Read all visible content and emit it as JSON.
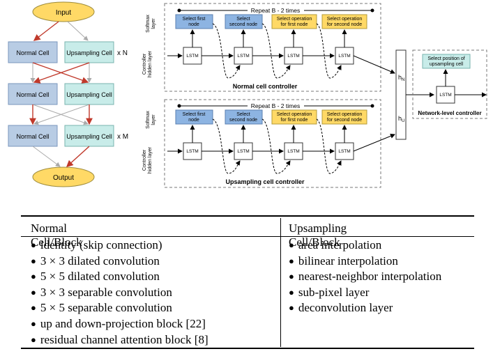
{
  "left_stack": {
    "input_label": "Input",
    "output_label": "Output",
    "rows": [
      {
        "normal": "Normal Cell",
        "upsample": "Upsampling Cell",
        "mult": "x N"
      },
      {
        "normal": "Normal Cell",
        "upsample": "Upsampling Cell",
        "mult": ""
      },
      {
        "normal": "Normal Cell",
        "upsample": "Upsampling Cell",
        "mult": "x M"
      }
    ]
  },
  "normal_controller": {
    "repeat_label": "Repeat B - 2 times",
    "title": "Normal cell controller",
    "softmax_label": "Softmax layer",
    "hidden_label": "Controller hidden layer",
    "ops": [
      "Select first node",
      "Select second node",
      "Select operation for first node",
      "Select operation for second node"
    ],
    "lstm_label": "LSTM"
  },
  "upsampling_controller": {
    "repeat_label": "Repeat B - 2 times",
    "title": "Upsampling cell controller",
    "softmax_label": "Softmax layer",
    "hidden_label": "Controller hidden layer",
    "ops": [
      "Select first node",
      "Select second node",
      "Select operation for first node",
      "Select operation for second node"
    ],
    "lstm_label": "LSTM"
  },
  "hidden_states": {
    "h_n": "h",
    "h_n_sub": "N",
    "h_u": "h",
    "h_u_sub": "U"
  },
  "network_controller": {
    "title": "Network-level controller",
    "op": "Select position of upsampling cell",
    "lstm_label": "LSTM"
  },
  "colors": {
    "normal_cell": "#b8cce4",
    "upsampling_cell": "#c8ece9",
    "io_oval": "#ffd966",
    "select_node": "#8db4e2",
    "select_op": "#ffd966",
    "red_edge": "#c0392b"
  },
  "table": {
    "normal_header": "Normal Cell/Block",
    "upsampling_header": "Upsampling Cell/Block",
    "normal_items": [
      "identity (skip connection)",
      "3 × 3 dilated convolution",
      "5 × 5 dilated convolution",
      "3 × 3 separable convolution",
      "5 × 5 separable convolution",
      "up and down-projection block [22]",
      "residual channel attention block [8]"
    ],
    "upsampling_items": [
      "area interpolation",
      "bilinear interpolation",
      "nearest-neighbor interpolation",
      "sub-pixel layer",
      "deconvolution layer"
    ]
  }
}
